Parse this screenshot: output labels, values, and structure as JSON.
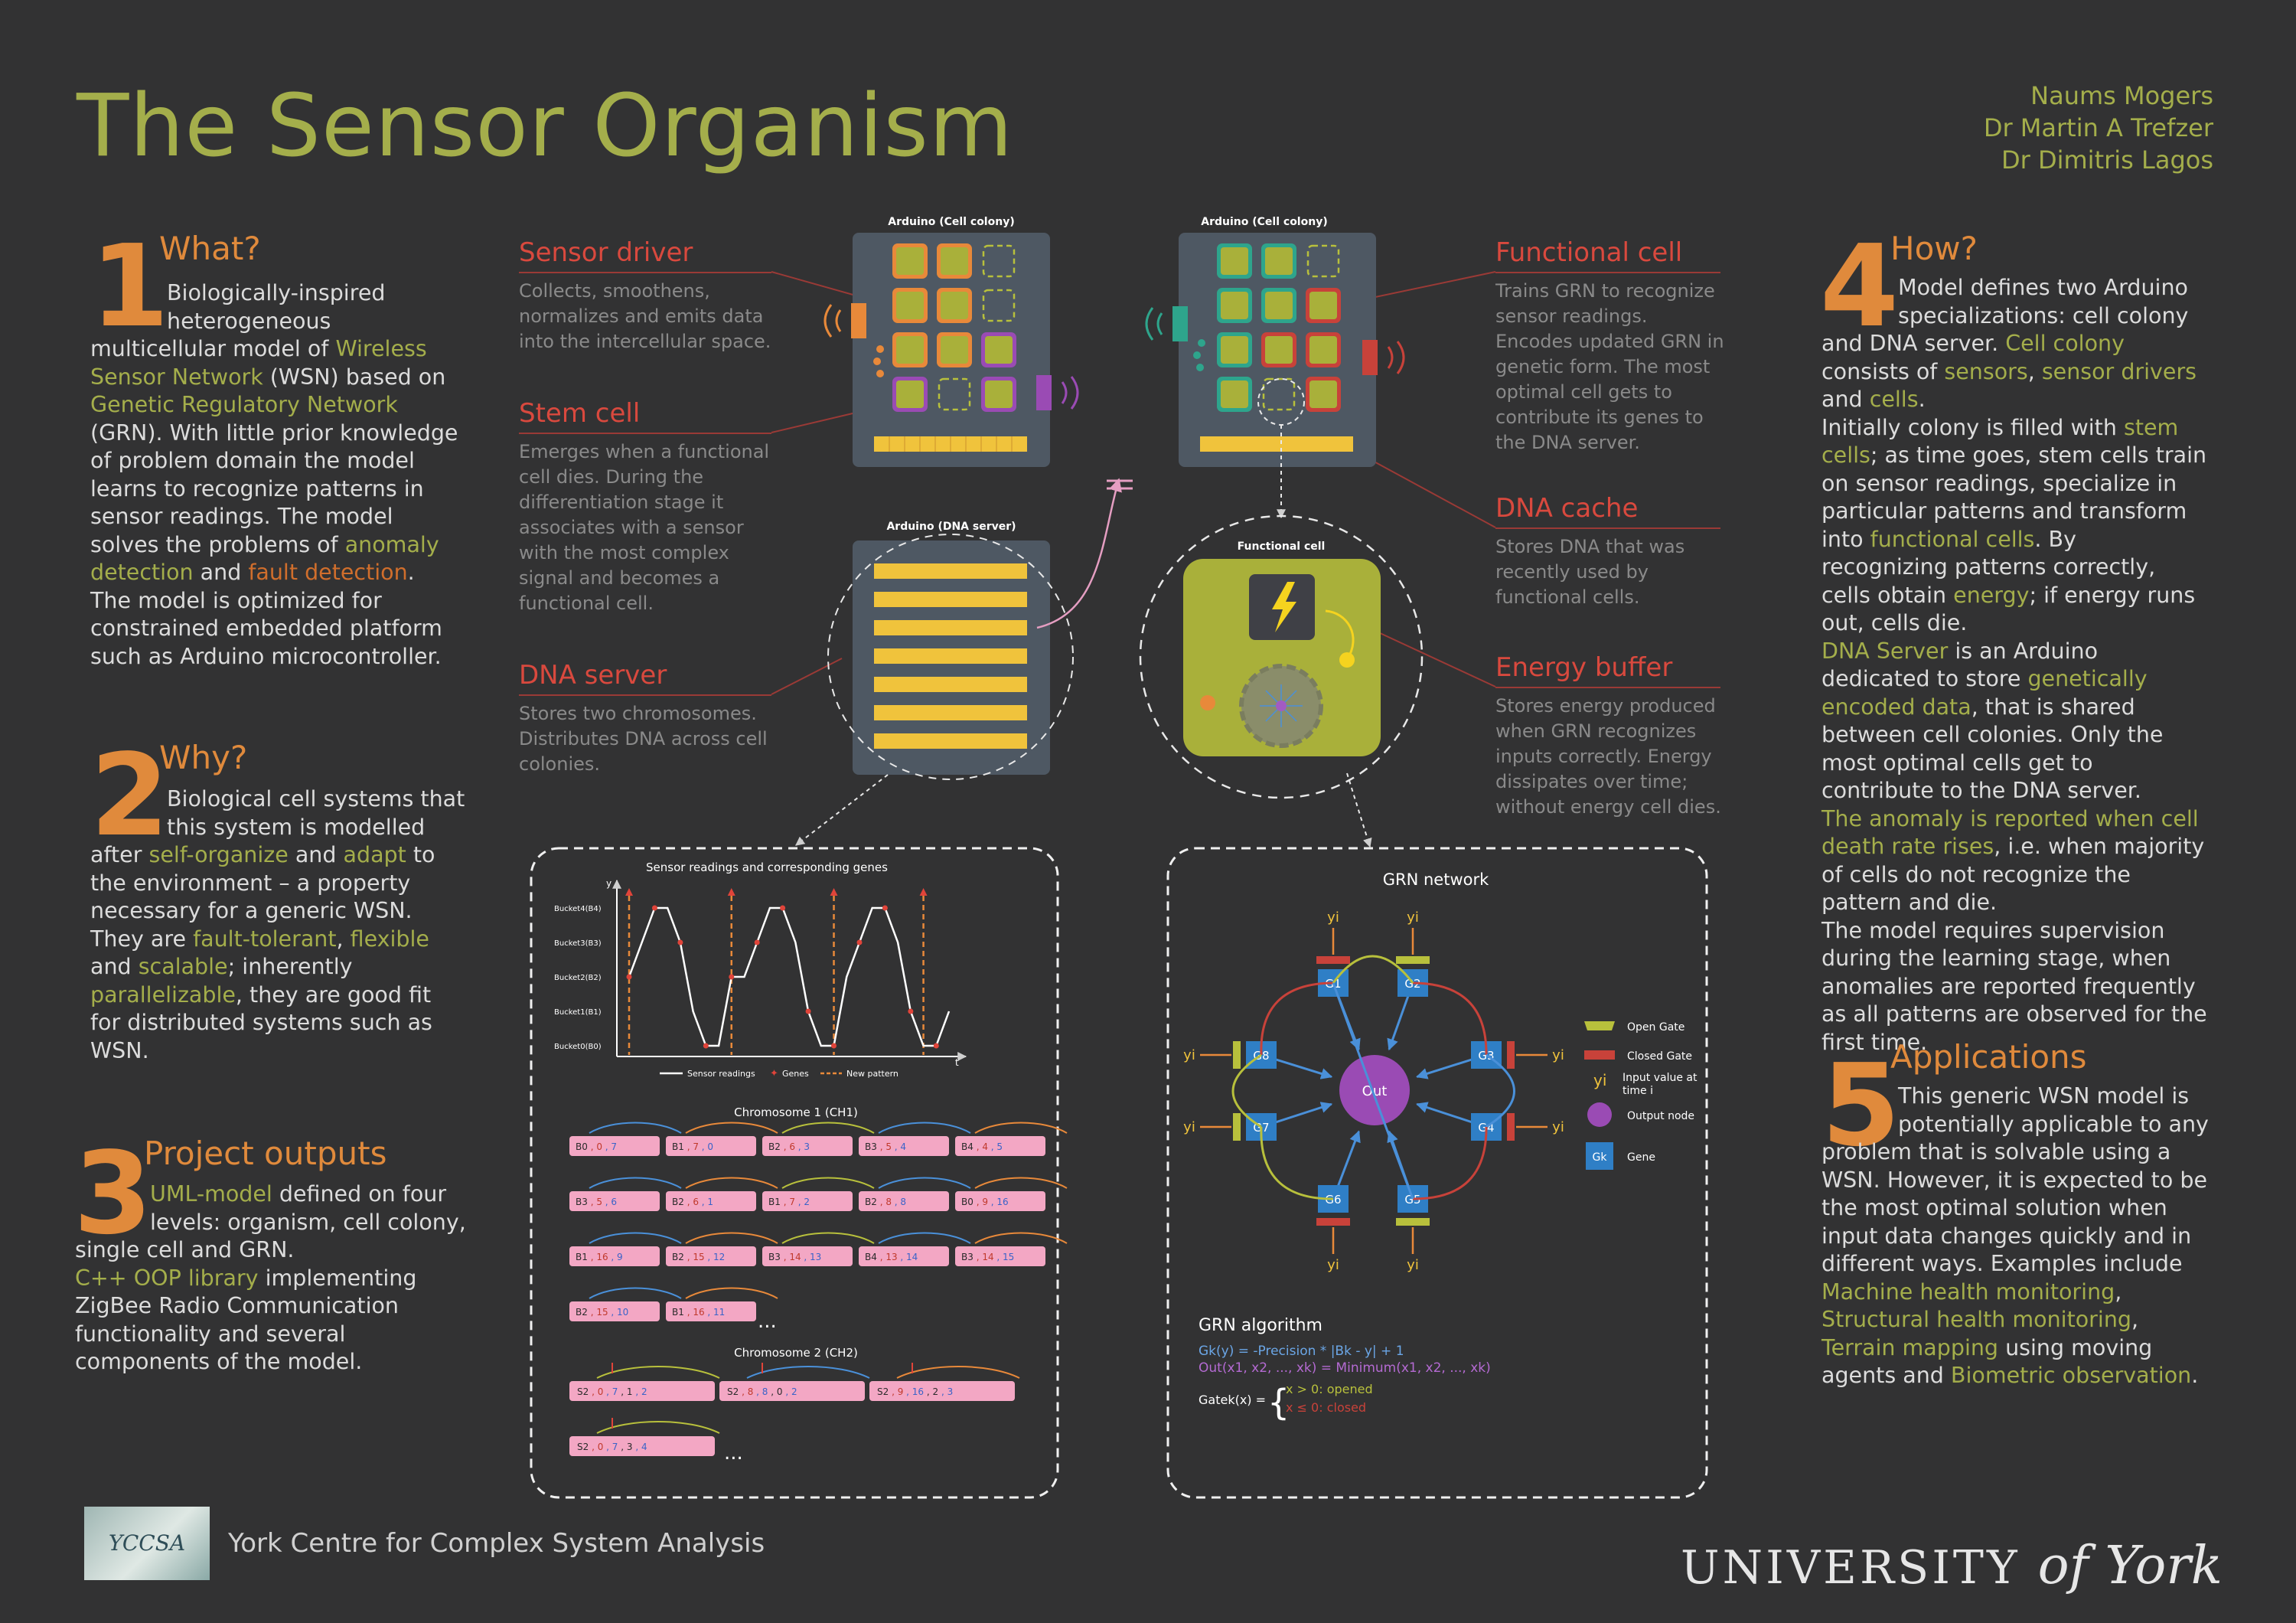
{
  "title": "The Sensor Organism",
  "authors": [
    "Naums Mogers",
    "Dr Martin A Trefzer",
    "Dr Dimitris Lagos"
  ],
  "sections": {
    "what": {
      "num": "1",
      "heading": "What?"
    },
    "why": {
      "num": "2",
      "heading": "Why?"
    },
    "outputs": {
      "num": "3",
      "heading": "Project outputs"
    },
    "how": {
      "num": "4",
      "heading": "How?"
    },
    "apps": {
      "num": "5",
      "heading": "Applications"
    }
  },
  "what_text": [
    {
      "t": "Biologically-inspired heterogeneous multicellular model of "
    },
    {
      "t": "Wireless Sensor Network",
      "hl": 1
    },
    {
      "t": " (WSN) based on "
    },
    {
      "t": "Genetic Regulatory Network",
      "hl": 1
    },
    {
      "t": " (GRN). With little prior knowledge of problem domain the model learns to recognize patterns in sensor readings. The model solves the problems of "
    },
    {
      "t": "anomaly detection",
      "hl": 1
    },
    {
      "t": " and "
    },
    {
      "t": "fault detection",
      "hl": 2
    },
    {
      "t": ".\nThe model is optimized for constrained embedded platform such as Arduino microcontroller."
    }
  ],
  "why_text": [
    {
      "t": "Biological cell systems that this system is modelled after "
    },
    {
      "t": "self-organize",
      "hl": 1
    },
    {
      "t": " and "
    },
    {
      "t": "adapt",
      "hl": 1
    },
    {
      "t": " to the environment – a property necessary for a generic WSN. They are "
    },
    {
      "t": "fault-tolerant",
      "hl": 1
    },
    {
      "t": ", "
    },
    {
      "t": "flexible",
      "hl": 1
    },
    {
      "t": " and "
    },
    {
      "t": "scalable",
      "hl": 1
    },
    {
      "t": "; inherently "
    },
    {
      "t": "parallelizable",
      "hl": 1
    },
    {
      "t": ", they are good fit for distributed systems such as WSN."
    }
  ],
  "outputs_text": [
    {
      "t": "UML-model",
      "hl": 1
    },
    {
      "t": " defined on four levels: organism, cell colony, single cell and GRN.\n"
    },
    {
      "t": "C++ OOP library",
      "hl": 1
    },
    {
      "t": " implementing ZigBee Radio Communication functionality and several components of the model."
    }
  ],
  "how_text": [
    {
      "t": "Model defines two Arduino specializations: cell colony and DNA server. "
    },
    {
      "t": "Cell colony",
      "hl": 1
    },
    {
      "t": " consists of "
    },
    {
      "t": "sensors",
      "hl": 1
    },
    {
      "t": ", "
    },
    {
      "t": "sensor drivers",
      "hl": 1
    },
    {
      "t": " and "
    },
    {
      "t": "cells",
      "hl": 1
    },
    {
      "t": ".\nInitially colony is filled with "
    },
    {
      "t": "stem cells",
      "hl": 1
    },
    {
      "t": "; as time goes, stem cells train on sensor readings, specialize in particular patterns and transform into "
    },
    {
      "t": "functional cells",
      "hl": 1
    },
    {
      "t": ". By recognizing patterns correctly, cells obtain "
    },
    {
      "t": "energy",
      "hl": 1
    },
    {
      "t": "; if energy runs out, cells die.\n"
    },
    {
      "t": "DNA Server",
      "hl": 1
    },
    {
      "t": " is an Arduino dedicated to store "
    },
    {
      "t": "genetically encoded data",
      "hl": 1
    },
    {
      "t": ", that is shared between cell colonies. Only the most optimal cells get to contribute to the DNA server.\n"
    },
    {
      "t": "The anomaly is reported when cell death rate rises",
      "hl": 1
    },
    {
      "t": ", i.e. when majority of cells do not recognize the pattern and die.\nThe model requires supervision during the learning stage, when anomalies are reported frequently as all patterns are observed for the first time."
    }
  ],
  "apps_text": [
    {
      "t": "This generic WSN model is potentially applicable to any problem that is solvable using a WSN. However, it is expected to be the most optimal solution when input data changes quickly and in different ways. Examples include "
    },
    {
      "t": "Machine health monitoring",
      "hl": 1
    },
    {
      "t": ", "
    },
    {
      "t": "Structural health monitoring",
      "hl": 1
    },
    {
      "t": ", "
    },
    {
      "t": "Terrain mapping",
      "hl": 1
    },
    {
      "t": " using moving agents and "
    },
    {
      "t": "Biometric observation",
      "hl": 1
    },
    {
      "t": "."
    }
  ],
  "labels": {
    "sensor_driver": {
      "title": "Sensor driver",
      "body": "Collects, smoothens, normalizes and emits data into the intercellular space."
    },
    "stem_cell": {
      "title": "Stem cell",
      "body": "Emerges when a functional cell dies. During the differentiation stage it associates with a sensor with the most complex signal and becomes a functional cell."
    },
    "dna_server": {
      "title": "DNA server",
      "body": "Stores two chromosomes. Distributes DNA across cell colonies."
    },
    "functional_cell": {
      "title": "Functional cell",
      "body": "Trains GRN to recognize sensor readings. Encodes updated GRN in genetic form. The most optimal cell gets to contribute its genes to the DNA server."
    },
    "dna_cache": {
      "title": "DNA cache",
      "body": "Stores DNA that was recently used by functional cells."
    },
    "energy_buffer": {
      "title": "Energy buffer",
      "body": "Stores energy produced when GRN recognizes inputs correctly. Energy dissipates over time; without energy cell dies."
    }
  },
  "diagram": {
    "arduino_colony": "Arduino (Cell colony)",
    "arduino_dna": "Arduino (DNA server)",
    "functional_cell": "Functional cell",
    "sensor_chart_title": "Sensor readings and corresponding genes",
    "buckets": [
      "Bucket4(B4)",
      "Bucket3(B3)",
      "Bucket2(B2)",
      "Bucket1(B1)",
      "Bucket0(B0)"
    ],
    "y_axis": "y",
    "t_axis": "t",
    "legend_readings": "Sensor readings",
    "legend_genes": "Genes",
    "legend_pattern": "New pattern",
    "chromosome1": "Chromosome 1 (CH1)",
    "chromosome2": "Chromosome 2 (CH2)",
    "ch1_rows": [
      [
        [
          "B0",
          "0",
          "7"
        ],
        [
          "B1",
          "7",
          "0"
        ],
        [
          "B2",
          "6",
          "3"
        ],
        [
          "B3",
          "5",
          "4"
        ],
        [
          "B4",
          "4",
          "5"
        ]
      ],
      [
        [
          "B3",
          "5",
          "6"
        ],
        [
          "B2",
          "6",
          "1"
        ],
        [
          "B1",
          "7",
          "2"
        ],
        [
          "B2",
          "8",
          "8"
        ],
        [
          "B0",
          "9",
          "16"
        ]
      ],
      [
        [
          "B1",
          "16",
          "9"
        ],
        [
          "B2",
          "15",
          "12"
        ],
        [
          "B3",
          "14",
          "13"
        ],
        [
          "B4",
          "13",
          "14"
        ],
        [
          "B3",
          "14",
          "15"
        ]
      ],
      [
        [
          "B2",
          "15",
          "10"
        ],
        [
          "B1",
          "16",
          "11"
        ]
      ]
    ],
    "ch2_rows": [
      [
        [
          "S2",
          "0",
          "7",
          "1",
          "2"
        ],
        [
          "S2",
          "8",
          "8",
          "0",
          "2"
        ],
        [
          "S2",
          "9",
          "16",
          "2",
          "3"
        ]
      ],
      [
        [
          "S2",
          "0",
          "7",
          "3",
          "4"
        ]
      ]
    ],
    "ellipsis": "...",
    "grn_title": "GRN network",
    "out_label": "Out",
    "input_label": "yi",
    "genes": [
      "G1",
      "G2",
      "G3",
      "G4",
      "G5",
      "G6",
      "G7",
      "G8"
    ],
    "grn_legend": [
      "Open Gate",
      "Closed Gate",
      "Input value at time i",
      "Output node",
      "Gene"
    ],
    "gene_legend_label": "Gk",
    "grn_algo_title": "GRN algorithm",
    "algo_line1": "Gk(y) = -Precision * |Bk - y| + 1",
    "algo_line2": "Out(x1, x2, ..., xk) = Minimum(x1, x2, ..., xk)",
    "gates_label": "Gatek(x) =",
    "gates_open": "x > 0: opened",
    "gates_closed": "x ≤ 0: closed"
  },
  "footer": {
    "logo": "YCCSA",
    "centre": "York Centre for Complex System Analysis",
    "uni_a": "UNIVERSITY",
    "uni_b": "of York"
  },
  "chart_data": {
    "type": "line",
    "title": "Sensor readings and corresponding genes",
    "xlabel": "t",
    "ylabel": "y",
    "categories": [
      "Bucket0(B0)",
      "Bucket1(B1)",
      "Bucket2(B2)",
      "Bucket3(B3)",
      "Bucket4(B4)"
    ],
    "x": [
      0,
      1,
      2,
      3,
      4,
      5,
      6,
      7,
      8,
      9,
      10,
      11,
      12,
      13,
      14,
      15,
      16,
      17,
      18,
      19,
      20,
      21,
      22,
      23,
      24,
      25
    ],
    "y": [
      2,
      3,
      4,
      4,
      3,
      1,
      0,
      0,
      2,
      2,
      3,
      4,
      4,
      3,
      1,
      0,
      0,
      2,
      3,
      4,
      4,
      3,
      1,
      0,
      0,
      1
    ],
    "new_pattern_t": [
      0,
      8,
      16,
      23
    ],
    "ylim": [
      0,
      4
    ]
  },
  "colors": {
    "accent_green": "#a4ae4b",
    "accent_orange": "#e08a3c",
    "red_label": "#d9493e",
    "background": "#323233"
  }
}
